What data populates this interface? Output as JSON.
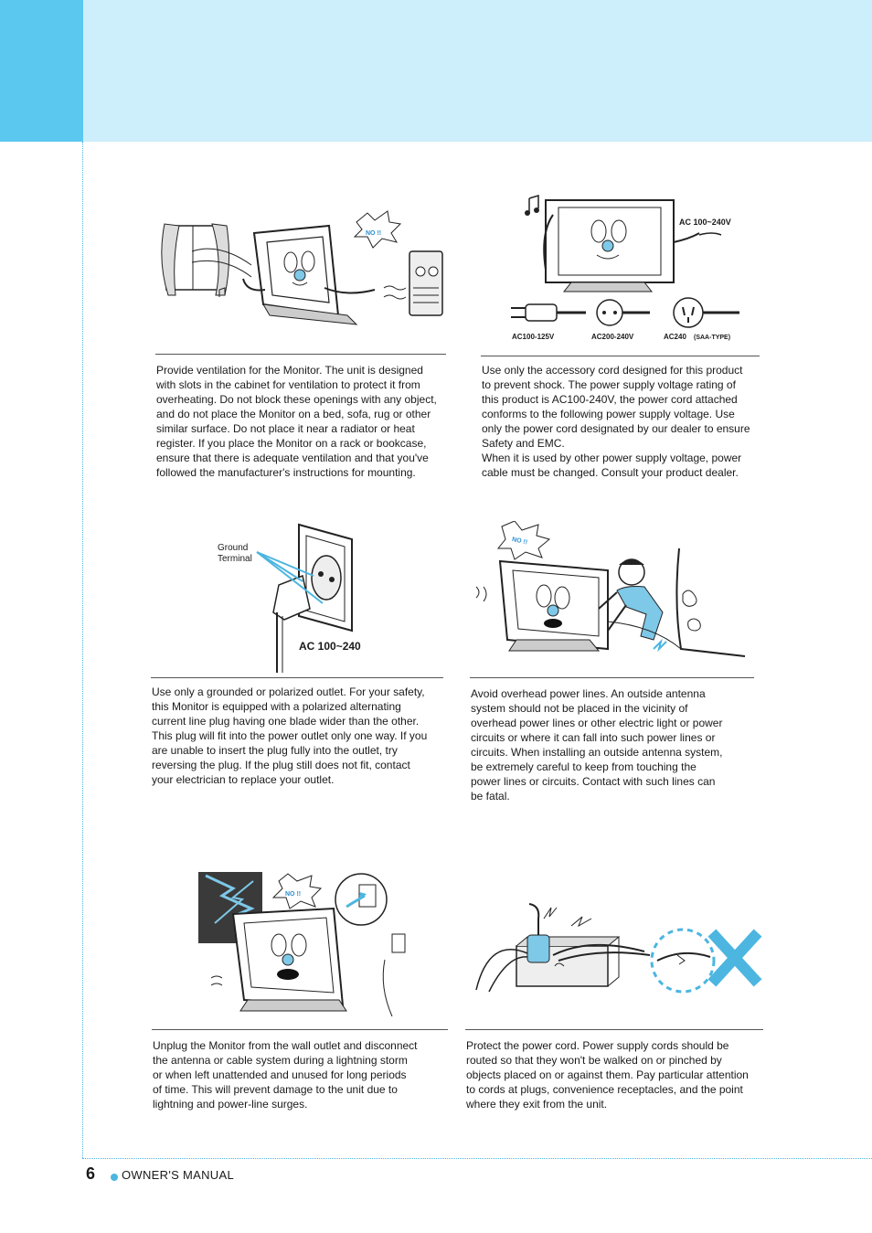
{
  "footer": {
    "page_number": "6",
    "label": "OWNER'S MANUAL"
  },
  "sections": [
    {
      "callout": "NO !!",
      "paragraph": [
        "Provide ventilation for the Monitor. The unit is designed",
        "with slots in the cabinet for ventilation to protect it from",
        "overheating. Do not block these openings with any object,",
        "and do not place the Monitor on a bed, sofa, rug or other",
        "similar surface. Do not place it near a radiator or heat",
        "register. If you place the Monitor on a rack or bookcase,",
        "ensure that there is adequate ventilation and that you've",
        "followed the manufacturer's instructions for mounting."
      ]
    },
    {
      "voltage_label": "AC 100~240V",
      "plug_labels": [
        "AC100-125V",
        "AC200-240V",
        "AC240"
      ],
      "plug_note": "(SAA-TYPE)",
      "paragraph": [
        "Use only the accessory cord designed for this product",
        "to prevent shock. The power supply voltage rating of",
        "this product is AC100-240V, the power cord attached",
        "conforms to the following power supply voltage. Use",
        "only the power cord designated by our dealer to ensure",
        "Safety and EMC.",
        "When it is used by other power supply voltage, power",
        "cable must be changed. Consult your product dealer."
      ]
    },
    {
      "ground_label_1": "Ground",
      "ground_label_2": "Terminal",
      "voltage_label": "AC 100~240V",
      "paragraph": [
        "Use only a grounded or polarized outlet. For your safety,",
        "this Monitor is equipped with a polarized alternating",
        "current line plug having one blade wider than the other.",
        "This plug will fit into the power outlet only one way. If you",
        "are unable to insert the plug fully into the outlet, try",
        "reversing the plug. If the plug still does not fit, contact",
        "your electrician to replace your outlet."
      ]
    },
    {
      "callout": "NO !!",
      "paragraph": [
        "Avoid overhead power lines. An outside antenna",
        "system should not be placed in the vicinity of",
        "overhead power lines or other electric light or power",
        "circuits or where it can fall into such power lines or",
        "circuits. When installing an outside antenna system,",
        "be extremely careful to keep from touching the",
        "power lines or circuits. Contact with such lines can",
        "be fatal."
      ]
    },
    {
      "callout": "NO !!",
      "paragraph": [
        "Unplug the Monitor from the wall outlet and disconnect",
        "the antenna or cable system during a lightning storm",
        "or when left unattended and unused for long periods",
        "of time. This will prevent damage to the unit due to",
        "lightning and power-line surges."
      ]
    },
    {
      "paragraph": [
        "Protect the power cord. Power supply cords should be",
        "routed so that they won't be walked on or pinched by",
        "objects placed on or against them. Pay particular attention",
        "to cords at plugs, convenience receptacles, and the point",
        "where they exit from the unit."
      ]
    }
  ],
  "colors": {
    "accent": "#5bc8f0",
    "band": "#cdeefb",
    "cross": "#4cb6e0"
  }
}
